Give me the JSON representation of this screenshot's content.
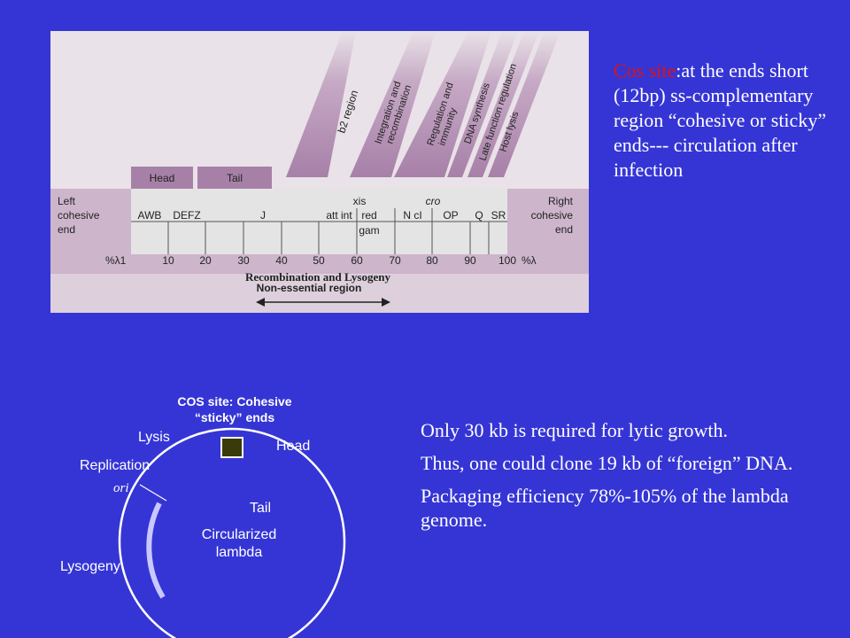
{
  "genome_map": {
    "segment_labels": {
      "b2": "b2 region",
      "integration": [
        "Integration and",
        "recombination"
      ],
      "regulation": [
        "Regulation and",
        "immunity"
      ],
      "dna_synthesis": "DNA synthesis",
      "late_function": "Late function regulation",
      "host_lysis": "Host lysis"
    },
    "head_label": "Head",
    "tail_label": "Tail",
    "left_end": [
      "Left",
      "cohesive",
      "end"
    ],
    "right_end": [
      "Right",
      "cohesive",
      "end"
    ],
    "genes": {
      "awb": "AWB",
      "defz": "DEFZ",
      "j": "J",
      "xis": "xis",
      "att_int": "att int",
      "red": "red",
      "gam": "gam",
      "cro": "cro",
      "ncl": "N cI",
      "op": "OP",
      "q": "Q",
      "sr": "SR"
    },
    "scale": {
      "start_label": "%λ1",
      "ticks": [
        "10",
        "20",
        "30",
        "40",
        "50",
        "60",
        "70",
        "80",
        "90",
        "100"
      ],
      "end_label": "%λ"
    },
    "recombination_label": "Recombination and Lysogeny",
    "nonessential_label": "Non-essential region"
  },
  "cos_note": {
    "label": "Cos site",
    "text": ":at the ends short (12bp) ss-complementary region “cohesive or sticky” ends--- circulation after infection"
  },
  "circular_map": {
    "cos_title": [
      "COS site: Cohesive",
      "“sticky” ends"
    ],
    "lysis": "Lysis",
    "head": "Head",
    "replication": "Replication",
    "ori": "ori",
    "tail": "Tail",
    "center": [
      "Circularized",
      "lambda"
    ],
    "lysogeny": "Lysogeny"
  },
  "bullets": [
    "Only 30 kb is required for lytic growth.",
    "Thus, one could clone 19 kb of “foreign” DNA.",
    "Packaging efficiency 78%-105% of the lambda genome."
  ],
  "colors": {
    "background": "#3535d6",
    "panel": "#e9e2e8",
    "band": "#a780a8",
    "map_bar": "#e4e4e4",
    "cos_label": "#e01010"
  }
}
